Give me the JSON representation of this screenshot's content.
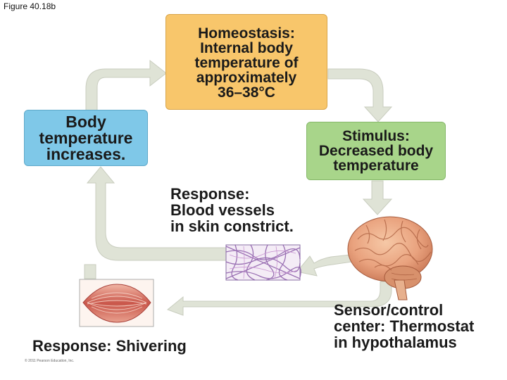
{
  "figure_label": "Figure 40.18b",
  "homeostasis": {
    "text": "Homeostasis:\nInternal body\ntemperature of\napproximately\n36–38°C"
  },
  "stimulus": {
    "text": "Stimulus:\nDecreased body\ntemperature"
  },
  "body_temp": {
    "text": "Body\ntemperature\nincreases."
  },
  "response_vessels": {
    "text": "Response:\nBlood vessels\nin skin constrict."
  },
  "response_shivering": {
    "text": "Response: Shivering"
  },
  "sensor": {
    "text": "Sensor/control\ncenter: Thermostat\nin hypothalamus"
  },
  "copyright": "© 2011 Pearson Education, Inc.",
  "colors": {
    "homeostasis_box": "#f8c66b",
    "stimulus_box": "#a8d58a",
    "body_temp_box": "#7fc8e8",
    "arrow": "#dfe3d6"
  },
  "icons": [
    "brain-image",
    "blood-vessels-image",
    "muscle-image"
  ]
}
